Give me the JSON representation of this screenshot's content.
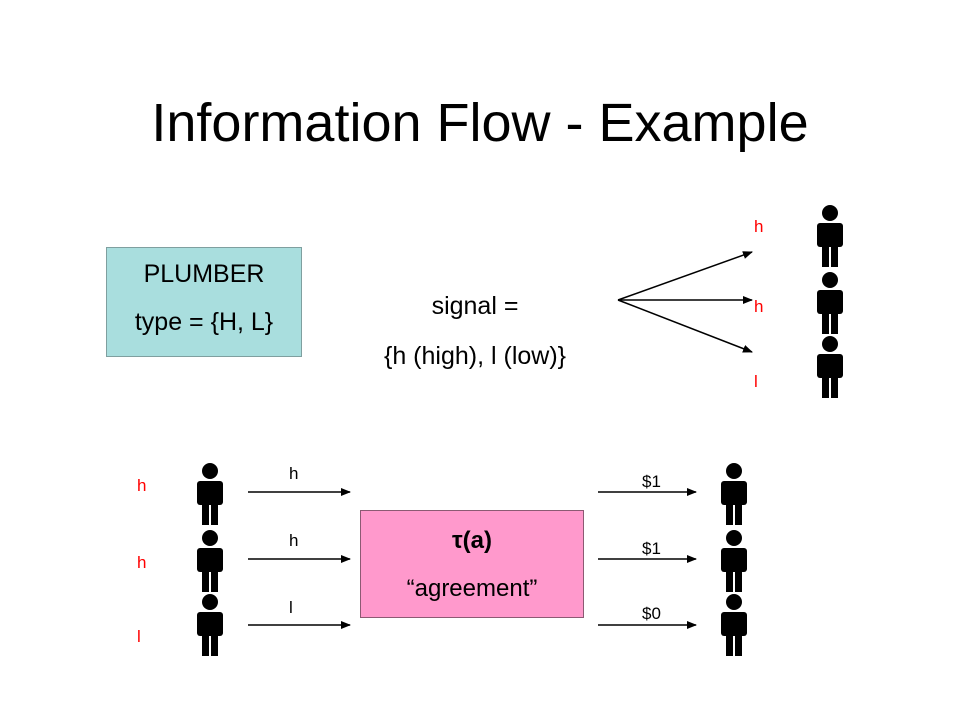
{
  "title": "Information Flow - Example",
  "plumber": {
    "line1": "PLUMBER",
    "line2": "type = {H, L}"
  },
  "signal": {
    "line1": "signal =",
    "line2": "{h (high), l (low)}"
  },
  "top_signals": [
    "h",
    "h",
    "l"
  ],
  "bottom_left_signals": [
    "h",
    "h",
    "l"
  ],
  "bottom_arrow_labels": [
    "h",
    "h",
    "l"
  ],
  "agreement": {
    "tau": "τ(a)",
    "label": "“agreement”"
  },
  "payouts": [
    "$1",
    "$1",
    "$0"
  ],
  "colors": {
    "plumber_box": "#a9dede",
    "agreement_box": "#ff99cc",
    "signal_letters": "#ff0000"
  },
  "icons": [
    "person-icon"
  ]
}
